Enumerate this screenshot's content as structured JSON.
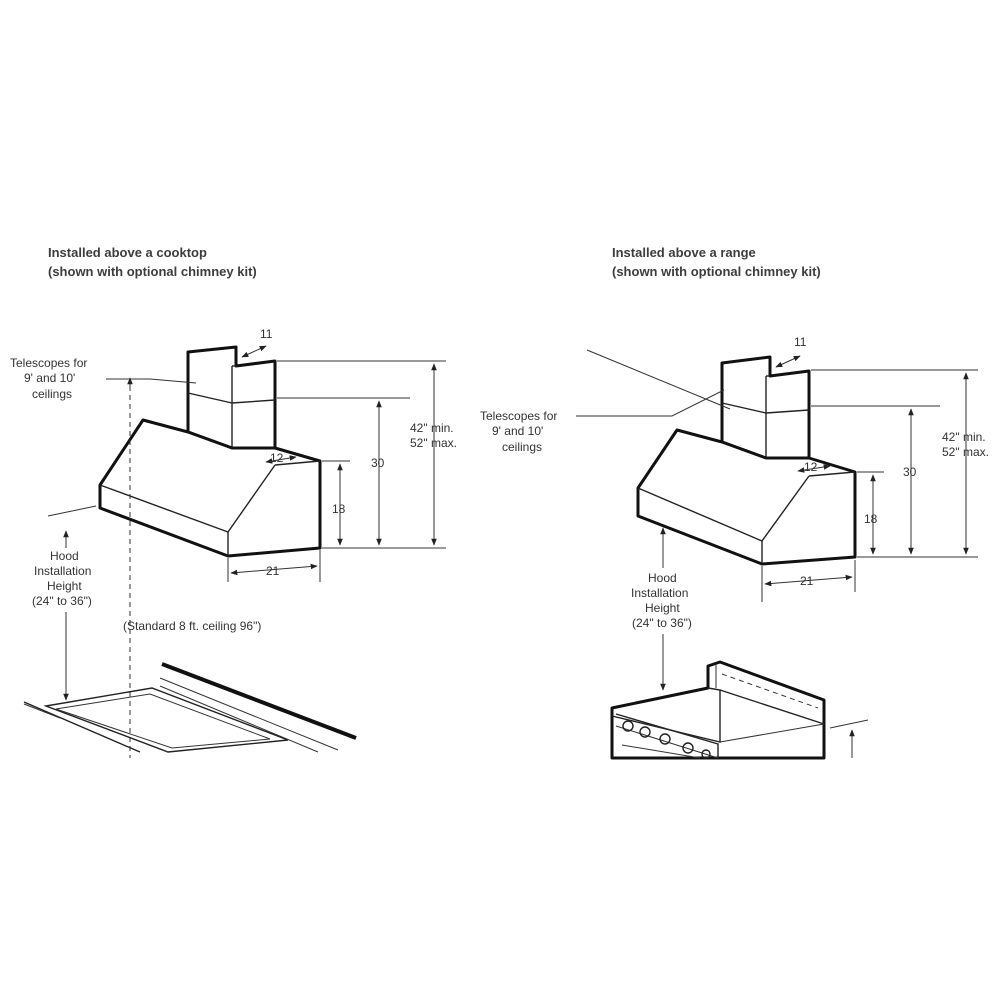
{
  "left": {
    "heading_line1": "Installed above a cooktop",
    "heading_line2": "(shown with optional chimney kit)",
    "dim_chimney_depth": "11",
    "dim_hood_depth": "12",
    "dim_hood_width": "21",
    "dim_hood_height": "18",
    "dim_chimney_height": "30",
    "dim_overall_min": "42\" min.",
    "dim_overall_max": "52\" max.",
    "telescopes_line1": "Telescopes for",
    "telescopes_line2": "9' and 10'",
    "telescopes_line3": "ceilings",
    "install_line1": "Hood",
    "install_line2": "Installation",
    "install_line3": "Height",
    "install_line4": "(24\" to 36\")",
    "standard_ceiling": "(Standard 8 ft. ceiling 96\")"
  },
  "right": {
    "heading_line1": "Installed above a range",
    "heading_line2": "(shown with optional chimney kit)",
    "dim_chimney_depth": "11",
    "dim_hood_depth": "12",
    "dim_hood_width": "21",
    "dim_hood_height": "18",
    "dim_chimney_height": "30",
    "dim_overall_min": "42\" min.",
    "dim_overall_max": "52\" max.",
    "telescopes_line1": "Telescopes for",
    "telescopes_line2": "9' and 10'",
    "telescopes_line3": "ceilings",
    "install_line1": "Hood",
    "install_line2": "Installation",
    "install_line3": "Height",
    "install_line4": "(24\" to 36\")"
  }
}
